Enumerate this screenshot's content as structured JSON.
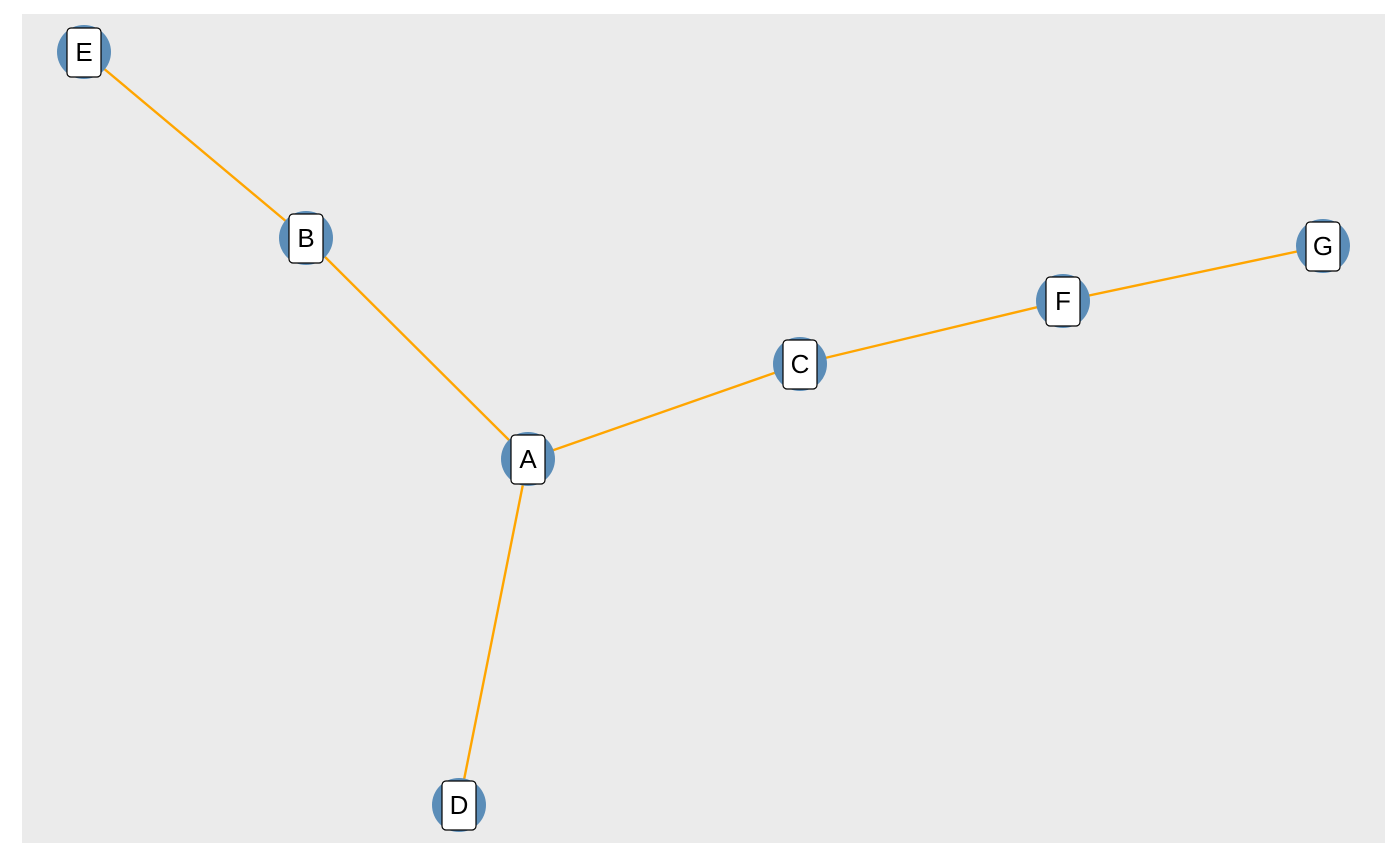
{
  "graph": {
    "colors": {
      "panel_background": "#EBEBEB",
      "edge": "#FFA500",
      "node_fill": "#5B8DB8",
      "label_box_fill": "#FFFFFF",
      "label_box_stroke": "#000000"
    },
    "nodes": [
      {
        "id": "A",
        "label": "A"
      },
      {
        "id": "B",
        "label": "B"
      },
      {
        "id": "C",
        "label": "C"
      },
      {
        "id": "D",
        "label": "D"
      },
      {
        "id": "E",
        "label": "E"
      },
      {
        "id": "F",
        "label": "F"
      },
      {
        "id": "G",
        "label": "G"
      }
    ],
    "edges": [
      {
        "source": "E",
        "target": "B"
      },
      {
        "source": "B",
        "target": "A"
      },
      {
        "source": "A",
        "target": "C"
      },
      {
        "source": "A",
        "target": "D"
      },
      {
        "source": "C",
        "target": "F"
      },
      {
        "source": "F",
        "target": "G"
      }
    ]
  }
}
